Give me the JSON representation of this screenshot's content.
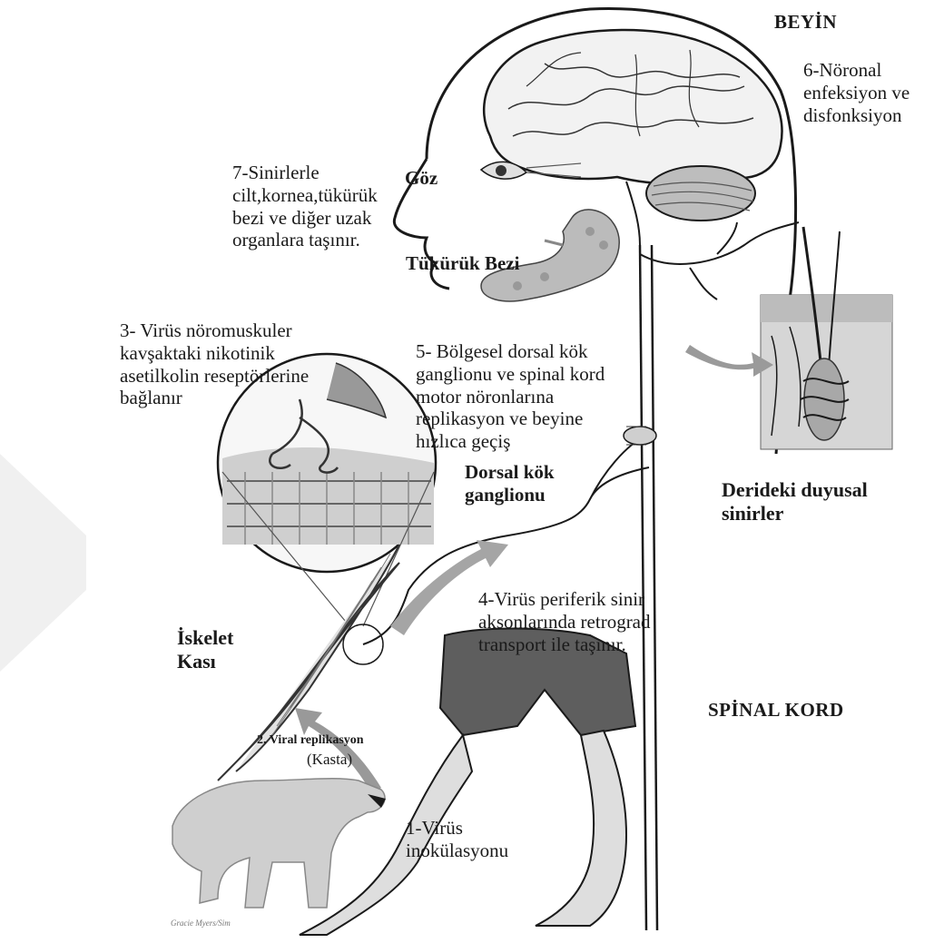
{
  "labels": {
    "beyin": "BEYİN",
    "step6": "6-Nöronal\nenfeksiyon ve\ndisfonksiyon",
    "step7": "7-Sinirlerle\ncilt,kornea,tükürük\nbezi ve diğer uzak\norganlara taşınır.",
    "goz": "Göz",
    "tukuruk_bezi": "Tükürük Bezi",
    "step3": "3- Virüs nöromuskuler\nkavşaktaki nikotinik\nasetilkolin reseptörlerine\nbağlanır",
    "step5": "5- Bölgesel dorsal kök\nganglionu ve spinal kord\nmotor nöronlarına\nreplikasyon ve beyine\nhızlıca geçiş",
    "dorsal_kok": "Dorsal kök\nganglionu",
    "derideki": "Derideki duyusal\nsinirler",
    "step4": "4-Virüs periferik sinir\naksonlarında retrograd\ntransport ile taşınır.",
    "iskelet_kasi": "İskelet\nKası",
    "spinal_kord": "SPİNAL KORD",
    "step2": "2. Viral replikasyon",
    "step2_sub": "(Kasta)",
    "step1": "1-Virüs\ninokülasyonu",
    "signature": "Gracie Myers/Sim"
  },
  "colors": {
    "ink": "#1a1a1a",
    "arrow_gray": "#9a9a9a",
    "skin_fill": "#dedede",
    "shorts_fill": "#5e5e5e",
    "brain_fill": "#f2f2f2",
    "watermark": "#eeeeee"
  }
}
